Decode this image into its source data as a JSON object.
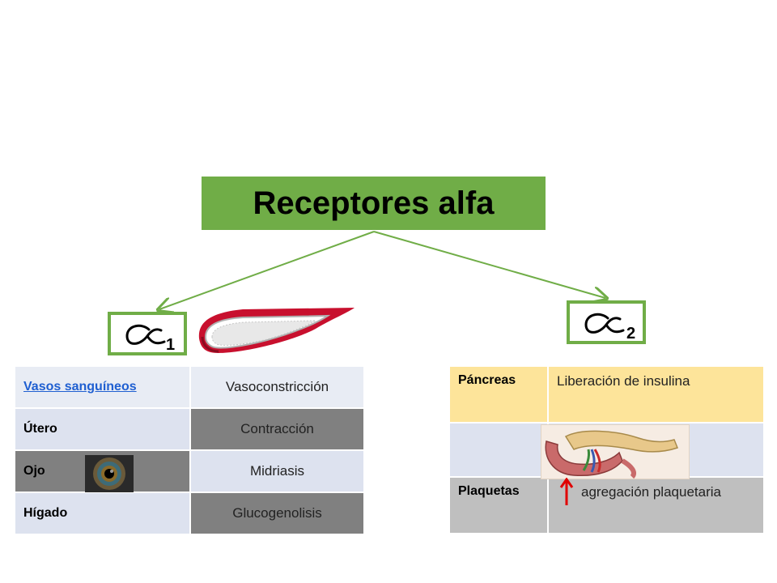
{
  "title": "Receptores alfa",
  "alpha1": {
    "symbol": "α",
    "subscript": "1"
  },
  "alpha2": {
    "symbol": "α",
    "subscript": "2"
  },
  "colors": {
    "accent_green": "#70ad47",
    "link_blue": "#1f5fd1",
    "arrow_red": "#e00000"
  },
  "alpha1_table": [
    {
      "organ": "Vasos sanguíneos",
      "effect": "Vasoconstricción"
    },
    {
      "organ": "Útero",
      "effect": "Contracción"
    },
    {
      "organ": "Ojo",
      "effect": "Midriasis"
    },
    {
      "organ": "Hígado",
      "effect": "Glucogenolisis"
    }
  ],
  "alpha2_table": [
    {
      "organ": "Páncreas",
      "effect": "Liberación de insulina"
    },
    {
      "organ": "",
      "effect": ""
    },
    {
      "organ": "Plaquetas",
      "effect": "agregación plaquetaria"
    }
  ],
  "icons": {
    "vessel": "blood-vessel-icon",
    "eye": "eye-iris-icon",
    "pancreas": "pancreas-icon",
    "arrow": "up-arrow-icon"
  }
}
